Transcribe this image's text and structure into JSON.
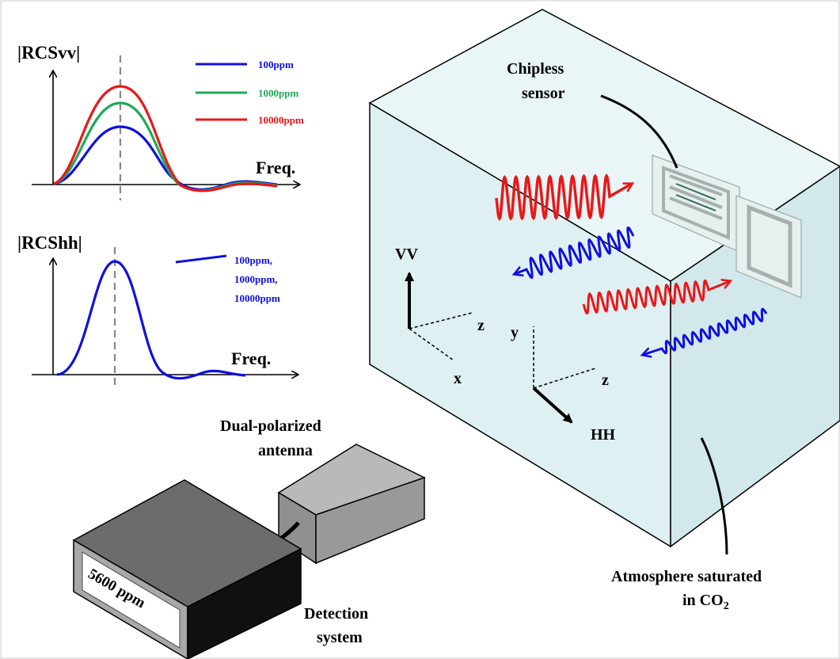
{
  "colors": {
    "blue": "#1010e0",
    "green": "#1faa5a",
    "red": "#e81818",
    "box_face_front": "#dff0f2",
    "box_face_top": "#e9f5f7",
    "box_face_side": "#d2e8eb"
  },
  "top_plot": {
    "ylabel": "|RCSvv|",
    "xlabel": "Freq.",
    "legend": [
      {
        "label": "100ppm",
        "color": "#1010e0"
      },
      {
        "label": "1000ppm",
        "color": "#1faa5a"
      },
      {
        "label": "10000ppm",
        "color": "#e81818"
      }
    ]
  },
  "bottom_plot": {
    "ylabel": "|RCShh|",
    "xlabel": "Freq.",
    "legend_lines": [
      "100ppm,",
      "1000ppm,",
      "10000ppm"
    ],
    "legend_color": "#1010e0"
  },
  "box": {
    "sensor_label_line1": "Chipless",
    "sensor_label_line2": "sensor",
    "atmosphere_line1": "Atmosphere saturated",
    "atmosphere_line2_prefix": "in CO",
    "atmosphere_line2_sub": "2"
  },
  "axes": {
    "vv": {
      "up": "VV",
      "right": "z",
      "down": "x"
    },
    "hh": {
      "up": "y",
      "right": "z",
      "arrow": "HH"
    }
  },
  "antenna_label_line1": "Dual-polarized",
  "antenna_label_line2": "antenna",
  "detection": {
    "display": "5600 ppm",
    "label_line1": "Detection",
    "label_line2": "system"
  }
}
